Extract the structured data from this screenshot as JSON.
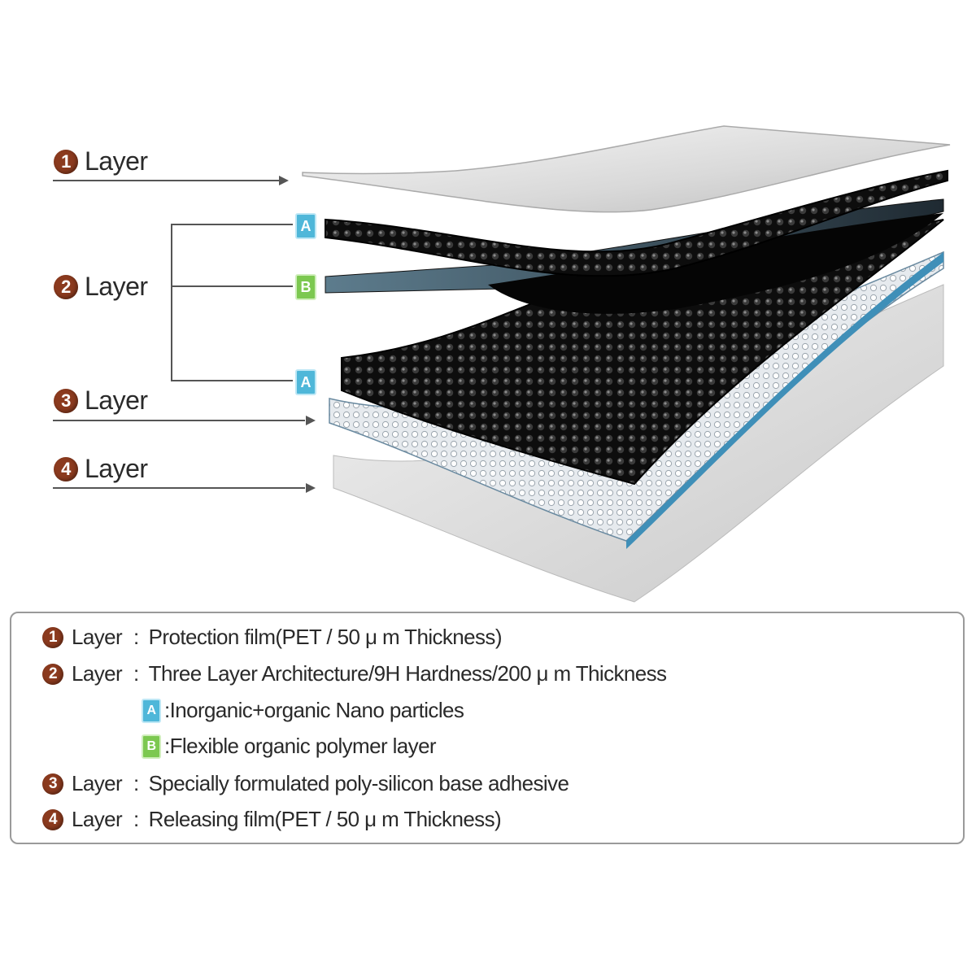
{
  "callouts": [
    {
      "number": "1",
      "label": "Layer"
    },
    {
      "number": "2",
      "label": "Layer"
    },
    {
      "number": "3",
      "label": "Layer"
    },
    {
      "number": "4",
      "label": "Layer"
    }
  ],
  "sublayer_tags": [
    "A",
    "B",
    "A"
  ],
  "legend": {
    "rows": [
      {
        "number": "1",
        "word": "Layer",
        "sep": ":",
        "text": "Protection film(PET / 50 μ m Thickness)"
      },
      {
        "number": "2",
        "word": "Layer",
        "sep": ":",
        "text": "Three Layer Architecture/9H Hardness/200 μ m Thickness"
      },
      {
        "tag": "A",
        "text": ":Inorganic+organic Nano particles"
      },
      {
        "tag": "B",
        "text": ":Flexible organic polymer layer"
      },
      {
        "number": "3",
        "word": "Layer",
        "sep": ":",
        "text": "Specially formulated poly-silicon base adhesive"
      },
      {
        "number": "4",
        "word": "Layer",
        "sep": ":",
        "text": "Releasing film(PET / 50 μ m Thickness)"
      }
    ]
  },
  "colors": {
    "number_badge": "#8b3a1e",
    "tag_a": "#4fb7d9",
    "tag_b": "#7cc850",
    "arrow": "#555555"
  }
}
